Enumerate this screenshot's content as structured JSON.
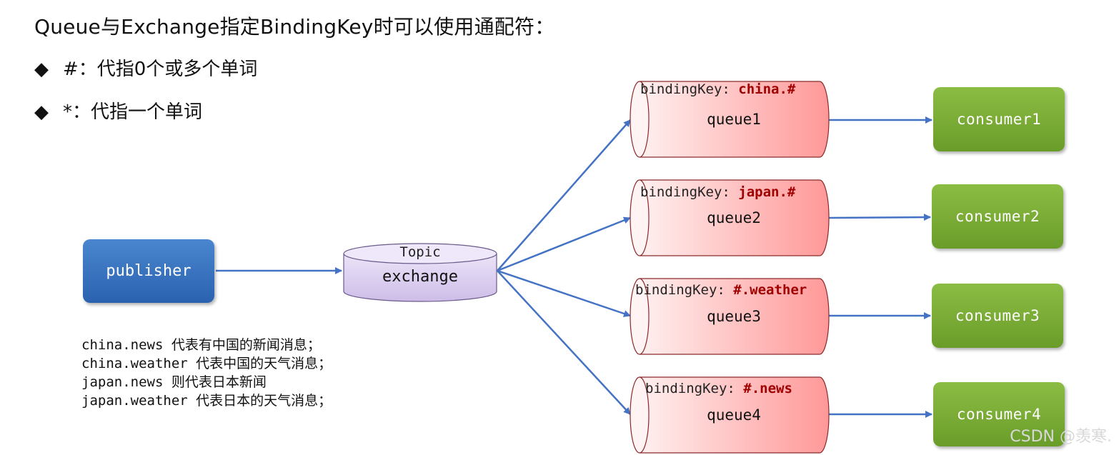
{
  "header": {
    "title": "Queue与Exchange指定BindingKey时可以使用通配符：",
    "bullets": [
      {
        "icon": "diamond-bullet-icon",
        "text": "#：代指0个或多个单词"
      },
      {
        "icon": "diamond-bullet-icon",
        "text": "*：代指一个单词"
      }
    ]
  },
  "publisher": {
    "label": "publisher"
  },
  "exchange": {
    "type_label": "Topic",
    "label": "exchange"
  },
  "queues": [
    {
      "binding_prefix": "bindingKey: ",
      "binding_key": "china.#",
      "name": "queue1"
    },
    {
      "binding_prefix": "bindingKey: ",
      "binding_key": "japan.#",
      "name": "queue2"
    },
    {
      "binding_prefix": "bindingKey: ",
      "binding_key": "#.weather",
      "name": "queue3"
    },
    {
      "binding_prefix": "bindingKey: ",
      "binding_key": "#.news",
      "name": "queue4"
    }
  ],
  "consumers": [
    {
      "label": "consumer1"
    },
    {
      "label": "consumer2"
    },
    {
      "label": "consumer3"
    },
    {
      "label": "consumer4"
    }
  ],
  "examples": [
    "china.news 代表有中国的新闻消息；",
    "china.weather 代表中国的天气消息；",
    "japan.news 则代表日本新闻",
    "japan.weather 代表日本的天气消息；"
  ],
  "watermark": "CSDN @羡寒.",
  "colors": {
    "arrow": "#4472c4",
    "binding_key": "#a00000",
    "publisher": "#2f6bb8",
    "consumer": "#77a935",
    "queue": "#ff9e9e",
    "exchange": "#d9ccee"
  }
}
